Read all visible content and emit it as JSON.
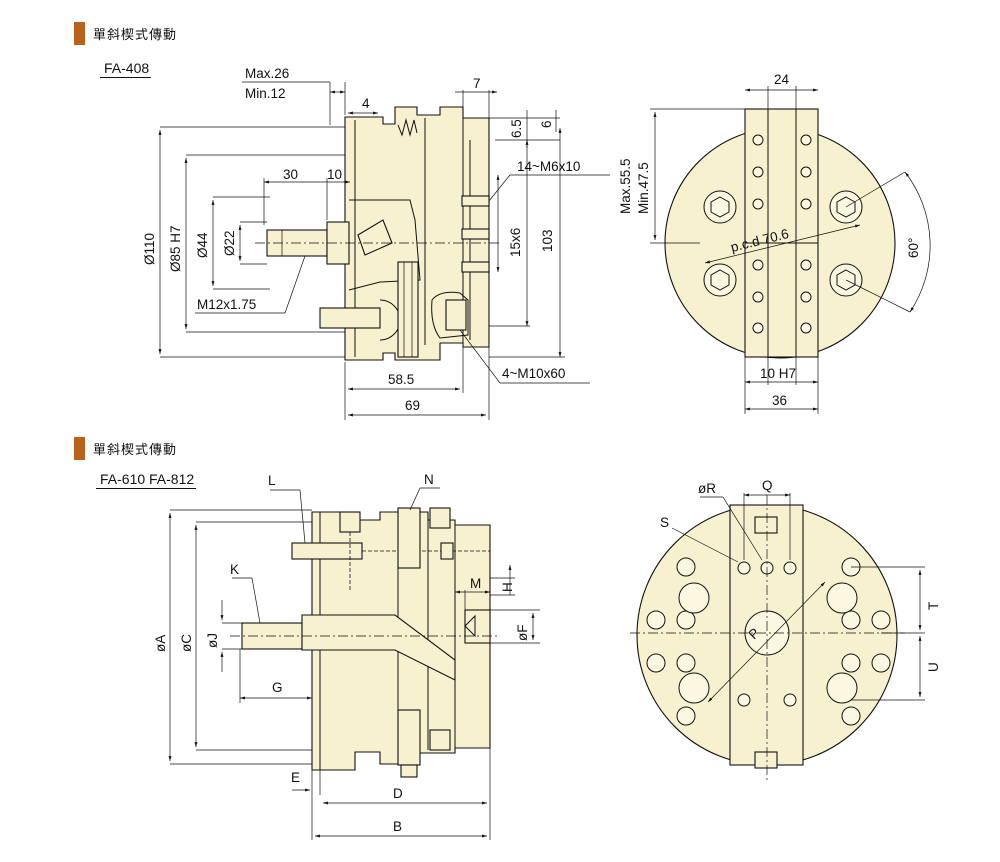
{
  "section1": {
    "title": "單斜楔式傳動",
    "model": "FA-408"
  },
  "section2": {
    "title": "單斜楔式傳動",
    "model": "FA-610  FA-812"
  },
  "dims1": {
    "max": "Max.26",
    "min": "Min.12",
    "d4": "4",
    "d7": "7",
    "d6_5": "6.5",
    "d6": "6",
    "d30": "30",
    "d10": "10",
    "tap14": "14~M6x10",
    "d110": "Ø110",
    "d85": "Ø85 H7",
    "d44": "Ø44",
    "d22": "Ø22",
    "d15x6": "15x6",
    "d103": "103",
    "m12": "M12x1.75",
    "tap4": "4~M10x60",
    "d58_5": "58.5",
    "d69": "69"
  },
  "dims2": {
    "d24": "24",
    "max": "Max.55.5",
    "min": "Min.47.5",
    "pcd": "p.c.d 70.6",
    "angle": "60°",
    "d10h7": "10 H7",
    "d36": "36"
  },
  "labels3": {
    "L": "L",
    "N": "N",
    "K": "K",
    "M": "M",
    "H": "H",
    "A": "øA",
    "C": "øC",
    "J": "øJ",
    "F": "øF",
    "G": "G",
    "E": "E",
    "D": "D",
    "B": "B"
  },
  "labels4": {
    "R": "øR",
    "Q": "Q",
    "S": "S",
    "P": "P",
    "T": "T",
    "U": "U"
  }
}
